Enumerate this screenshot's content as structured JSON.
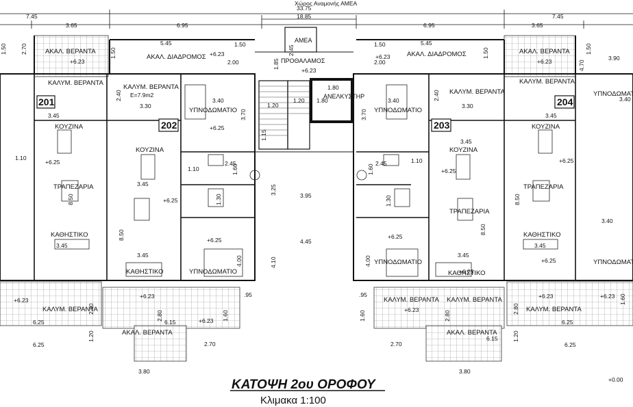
{
  "dimensions_top": {
    "total": "33.75",
    "core": "18.85",
    "d745": "7.45",
    "d365": "3.65",
    "d695": "6.95"
  },
  "waiting_area": "Χώρος Αναμονής ΑΜΕΑ",
  "amea": "ΑΜΕΑ",
  "lobby": "ΠΡΟΘΑΛΑΜΟΣ",
  "elevator": "ΑΝΕΛΚΥΣΤΗΡ",
  "elevator_dims": {
    "w": "1.80",
    "h": "1.80"
  },
  "labels": {
    "uncov_veranda": "ΑΚΑΛ. ΒΕΡΑΝΤΑ",
    "uncov_corridor": "ΑΚΑΛ. ΔΙΑΔΡΟΜΟΣ",
    "cov_veranda": "ΚΑΛΥΜ. ΒΕΡΑΝΤΑ",
    "kitchen": "ΚΟΥΖΙΝΑ",
    "dining": "ΤΡΑΠΕΖΑΡΙΑ",
    "living": "ΚΑΘΗΣΤΙΚΟ",
    "bedroom": "ΥΠΝΟΔΩΜΑΤΙΟ",
    "area_note": "Ε=7.9m2"
  },
  "apartments": {
    "a201": "201",
    "a202": "202",
    "a203": "203",
    "a204": "204"
  },
  "levels": {
    "l623": "+6.23",
    "l625": "+6.25",
    "l000": "+0.00"
  },
  "dims": {
    "d545": "5.45",
    "d150": "1.50",
    "d200": "2.00",
    "d270": "2.70",
    "d240": "2.40",
    "d330": "3.30",
    "d340": "3.40",
    "d370": "3.70",
    "d185": "1.85",
    "d245": "2.45",
    "d120": "1.20",
    "d115": "1.15",
    "d110": "1.10",
    "d345": "3.45",
    "d850": "8.50",
    "d160": "1.60",
    "d130": "1.30",
    "d325": "3.25",
    "d395": "3.95",
    "d445": "4.45",
    "d410": "4.10",
    "d400": "4.00",
    "d625": "6.25",
    "d615": "6.15",
    "d280": "2.80",
    "d095": ".95",
    "d380": "3.80",
    "d390": "3.90",
    "d470": "4.70"
  },
  "title": "ΚΑΤΟΨΗ  2ου ΟΡΟΦΟΥ",
  "scale": "Κλιμακα 1:100"
}
